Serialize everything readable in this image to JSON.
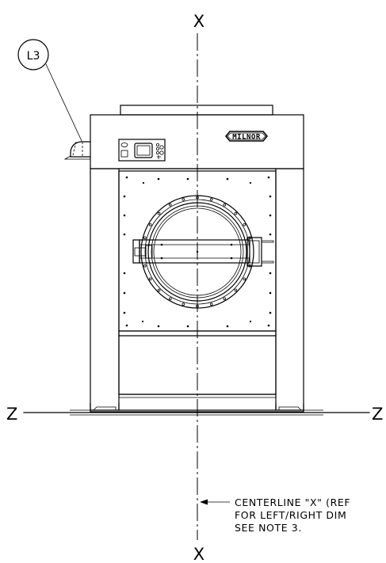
{
  "axis_labels": {
    "x_top": "X",
    "x_bottom": "X",
    "z_left": "Z",
    "z_right": "Z"
  },
  "callout": {
    "label": "L3"
  },
  "brand_badge": {
    "text": "MILNOR"
  },
  "note": {
    "line1": "CENTERLINE \"X\" (REF",
    "line2": "FOR LEFT/RIGHT DIM",
    "line3": "SEE NOTE 3."
  },
  "colors": {
    "ink": "#000000",
    "paper": "#ffffff"
  }
}
